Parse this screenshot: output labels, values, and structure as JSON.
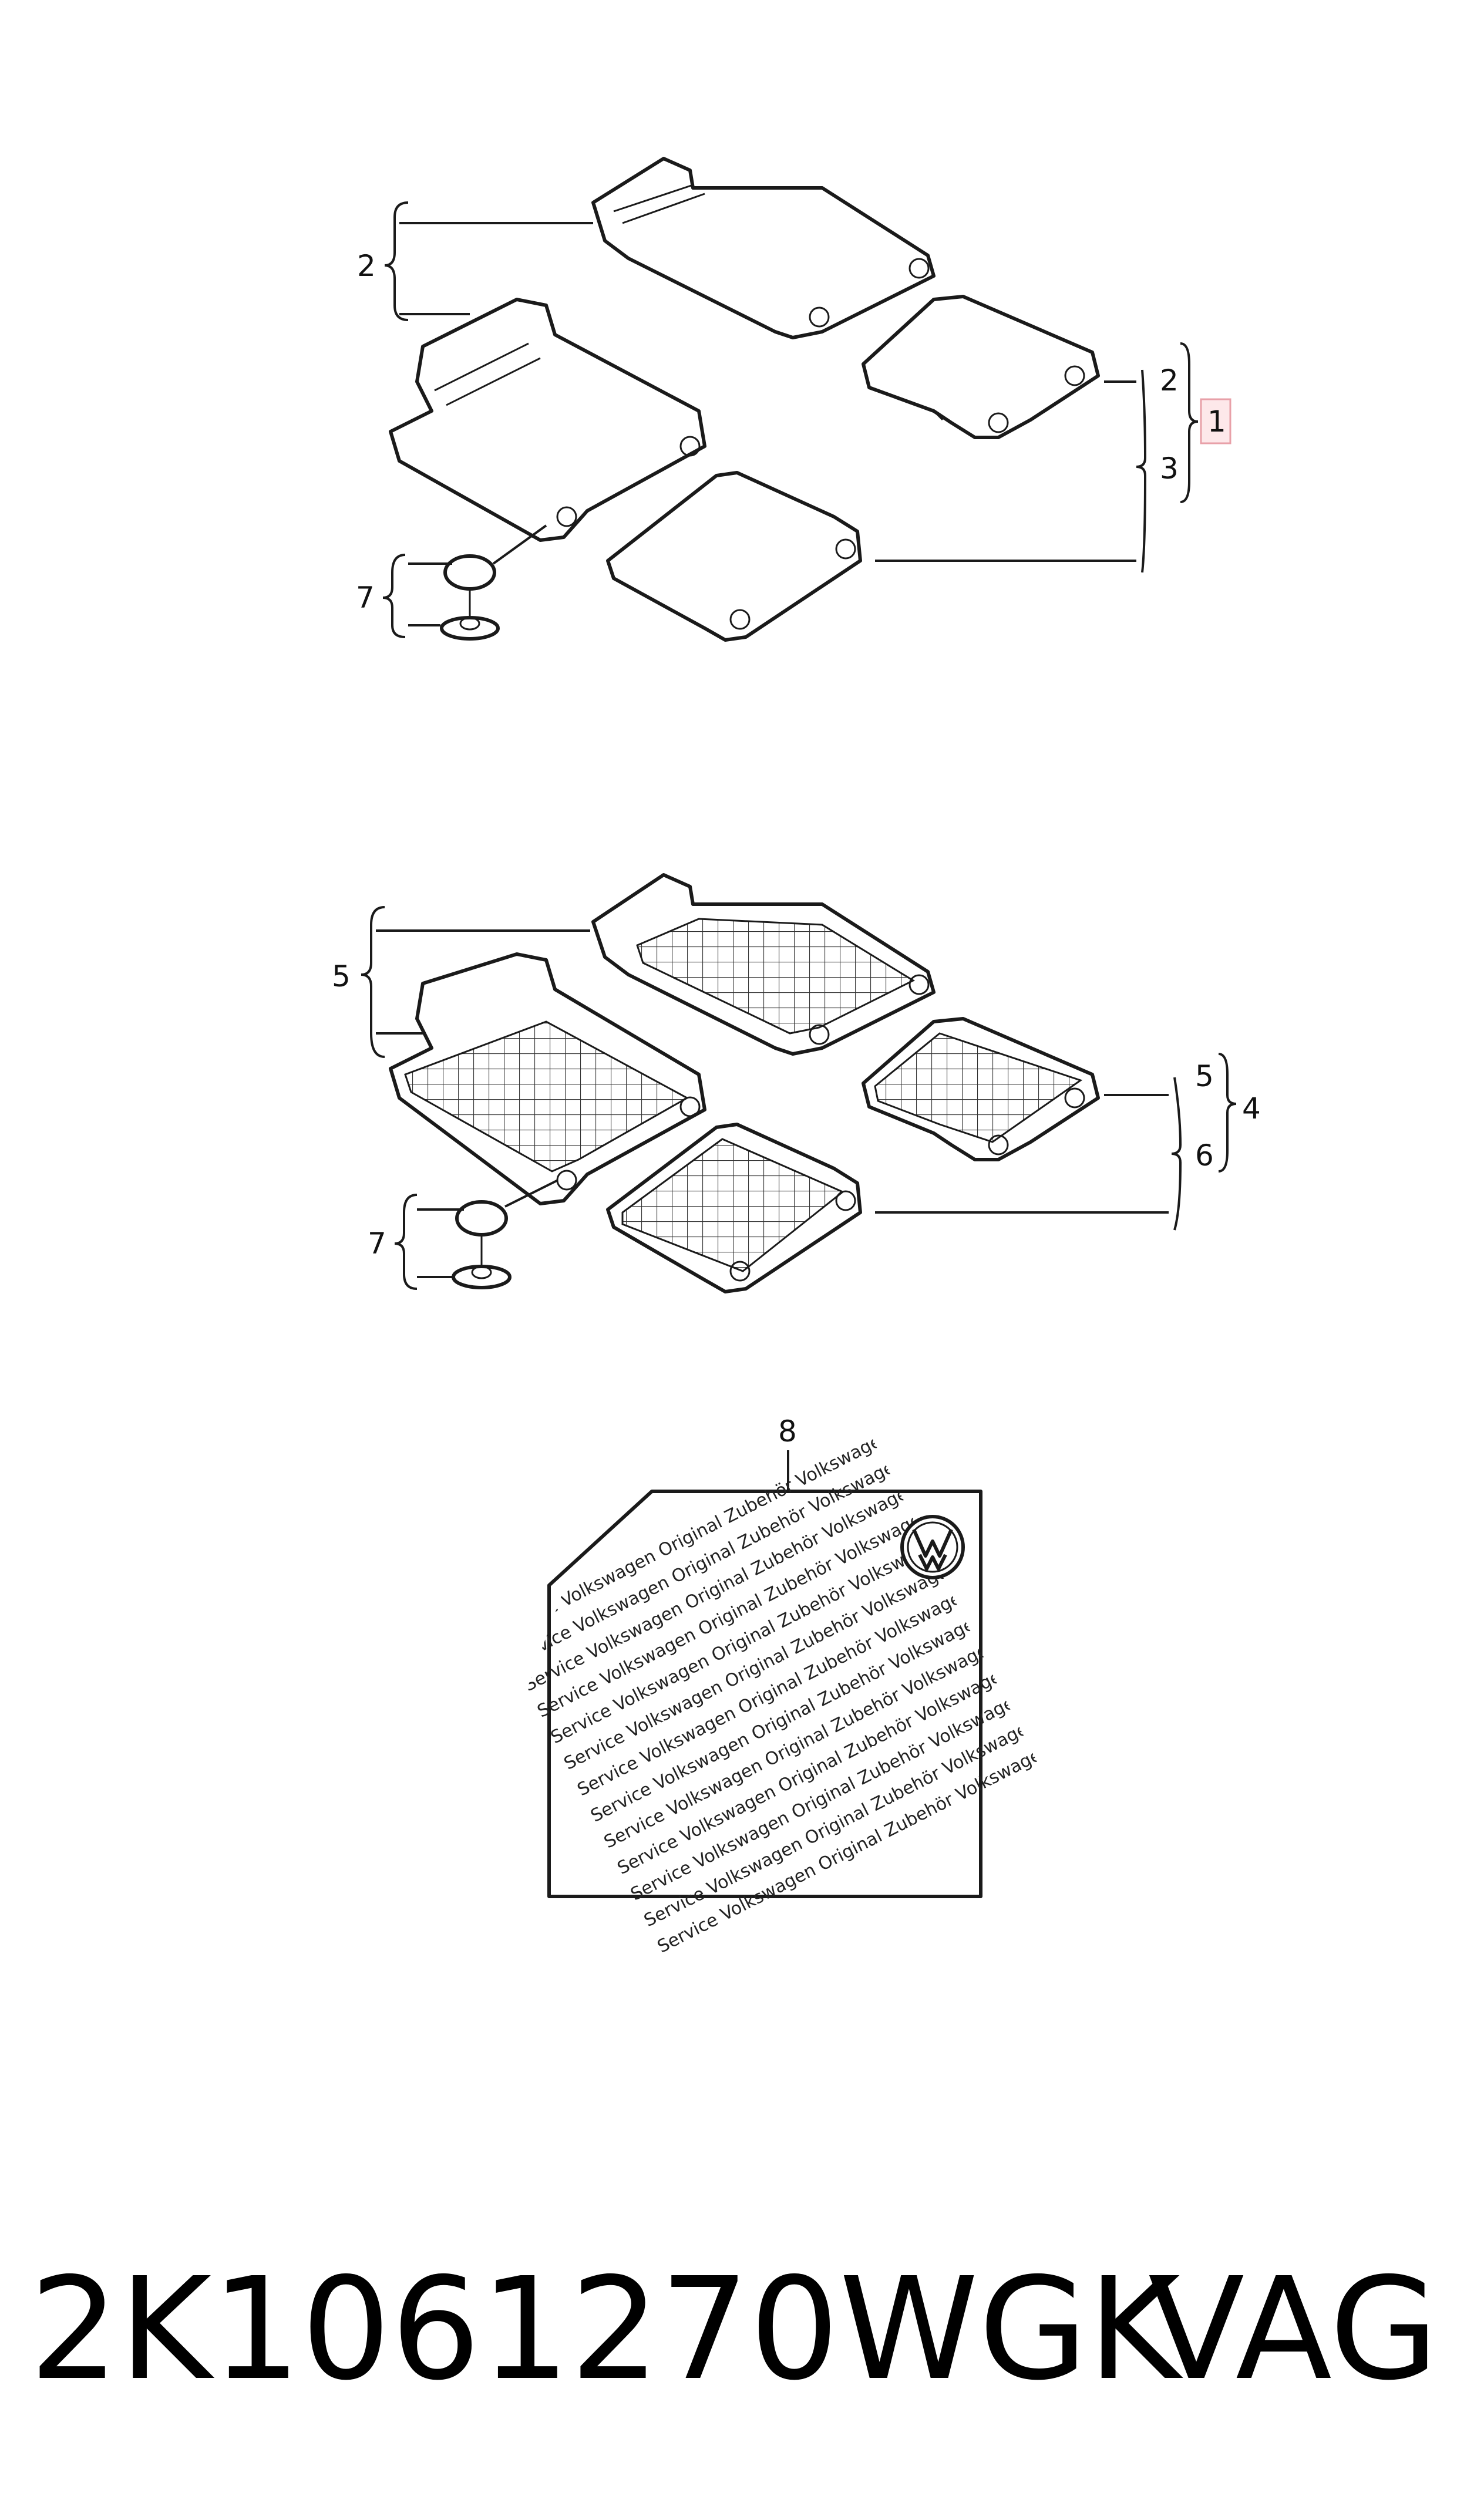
{
  "callouts": {
    "c1": "1",
    "c2a": "2",
    "c2b": "2",
    "c3": "3",
    "c4": "4",
    "c5a": "5",
    "c5b": "5",
    "c6": "6",
    "c7a": "7",
    "c7b": "7",
    "c8": "8"
  },
  "highlight_color": "#e8a0a8",
  "label_text": "Volkswagen Service Volkswagen Original Zubehör Volkswagen Service",
  "footer": {
    "part_number": "2K1061270WGK",
    "brand": "VAG"
  }
}
